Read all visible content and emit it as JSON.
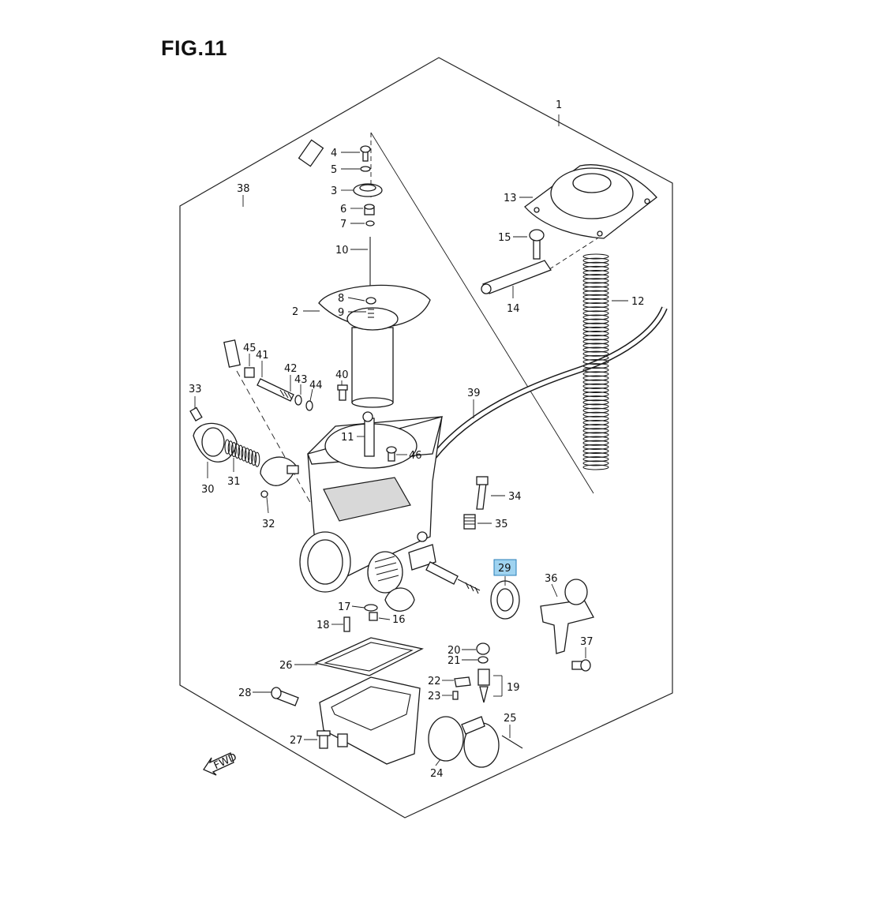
{
  "figure": {
    "title": "FIG.11",
    "highlight_color": "#9fd3f0",
    "fwd_label": "FWD"
  },
  "callouts": [
    {
      "id": "c1",
      "label": "1"
    },
    {
      "id": "c2",
      "label": "2"
    },
    {
      "id": "c3",
      "label": "3"
    },
    {
      "id": "c4",
      "label": "4"
    },
    {
      "id": "c5",
      "label": "5"
    },
    {
      "id": "c6",
      "label": "6"
    },
    {
      "id": "c7",
      "label": "7"
    },
    {
      "id": "c8",
      "label": "8"
    },
    {
      "id": "c9",
      "label": "9"
    },
    {
      "id": "c10",
      "label": "10"
    },
    {
      "id": "c11",
      "label": "11"
    },
    {
      "id": "c12",
      "label": "12"
    },
    {
      "id": "c13",
      "label": "13"
    },
    {
      "id": "c14",
      "label": "14"
    },
    {
      "id": "c15",
      "label": "15"
    },
    {
      "id": "c16",
      "label": "16"
    },
    {
      "id": "c17",
      "label": "17"
    },
    {
      "id": "c18",
      "label": "18"
    },
    {
      "id": "c19",
      "label": "19"
    },
    {
      "id": "c20",
      "label": "20"
    },
    {
      "id": "c21",
      "label": "21"
    },
    {
      "id": "c22",
      "label": "22"
    },
    {
      "id": "c23",
      "label": "23"
    },
    {
      "id": "c24",
      "label": "24"
    },
    {
      "id": "c25",
      "label": "25"
    },
    {
      "id": "c26",
      "label": "26"
    },
    {
      "id": "c27",
      "label": "27"
    },
    {
      "id": "c28",
      "label": "28"
    },
    {
      "id": "c29",
      "label": "29",
      "highlighted": true
    },
    {
      "id": "c30",
      "label": "30"
    },
    {
      "id": "c31",
      "label": "31"
    },
    {
      "id": "c32",
      "label": "32"
    },
    {
      "id": "c33",
      "label": "33"
    },
    {
      "id": "c34",
      "label": "34"
    },
    {
      "id": "c35",
      "label": "35"
    },
    {
      "id": "c36",
      "label": "36"
    },
    {
      "id": "c37",
      "label": "37"
    },
    {
      "id": "c38",
      "label": "38"
    },
    {
      "id": "c39",
      "label": "39"
    },
    {
      "id": "c40",
      "label": "40"
    },
    {
      "id": "c41",
      "label": "41"
    },
    {
      "id": "c42",
      "label": "42"
    },
    {
      "id": "c43",
      "label": "43"
    },
    {
      "id": "c44",
      "label": "44"
    },
    {
      "id": "c45",
      "label": "45"
    },
    {
      "id": "c46",
      "label": "46"
    }
  ]
}
